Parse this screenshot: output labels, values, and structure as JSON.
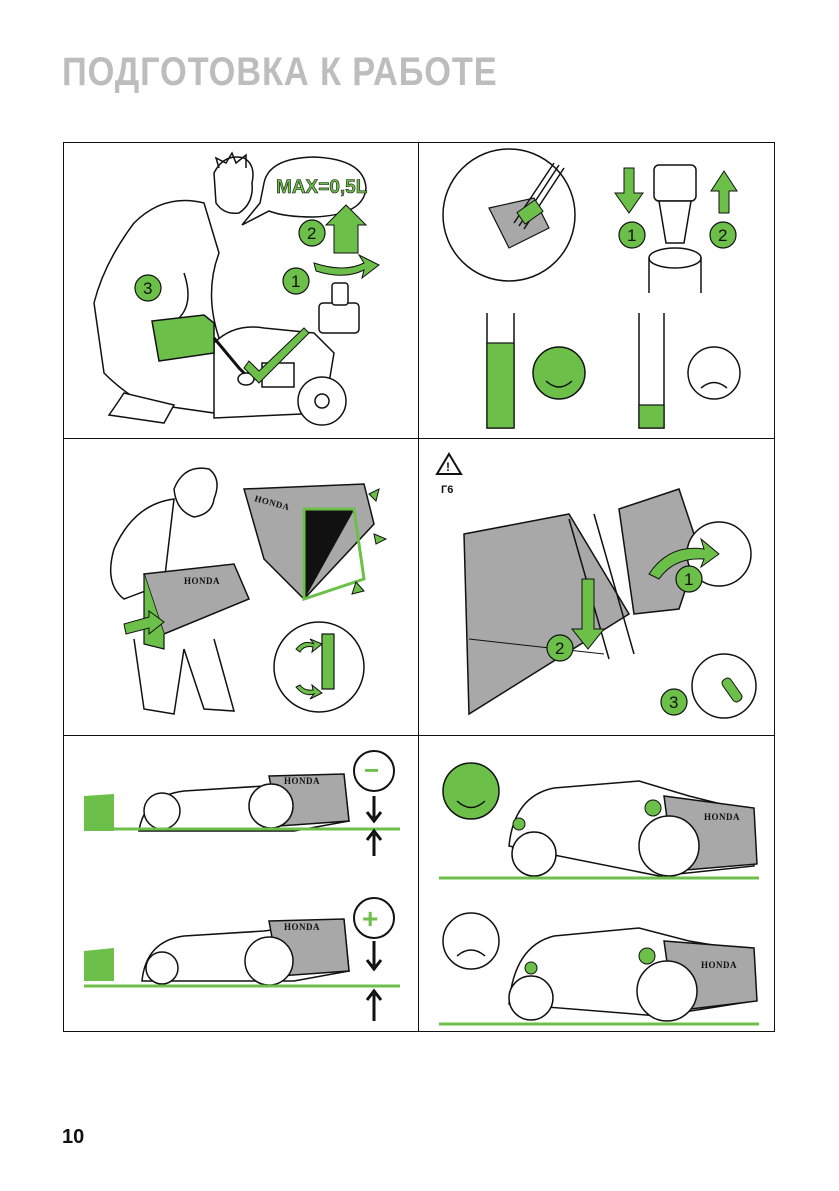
{
  "header": {
    "title": "ПОДГОТОВКА К РАБОТЕ"
  },
  "footer": {
    "page_number": "10"
  },
  "panels": {
    "oil_fill": {
      "speech": "MAX=0,5L",
      "steps": [
        "1",
        "2",
        "3"
      ]
    },
    "dipstick": {
      "steps": [
        "1",
        "2"
      ]
    },
    "grass_bag": {
      "brand": "HONDA"
    },
    "bag_mount": {
      "warning_code": "Г6",
      "steps": [
        "1",
        "2",
        "3"
      ]
    },
    "height_adjust": {
      "brand_top": "HONDA",
      "brand_bottom": "HONDA",
      "sign_minus": "−",
      "sign_plus": "+"
    },
    "wheel_height": {
      "brand_top": "HONDA",
      "brand_bottom": "HONDA"
    }
  },
  "colors": {
    "accent": "#6cc04a",
    "line": "#111111",
    "title_gray": "#bdbdbd",
    "bag_gray": "#a8a8a8"
  }
}
